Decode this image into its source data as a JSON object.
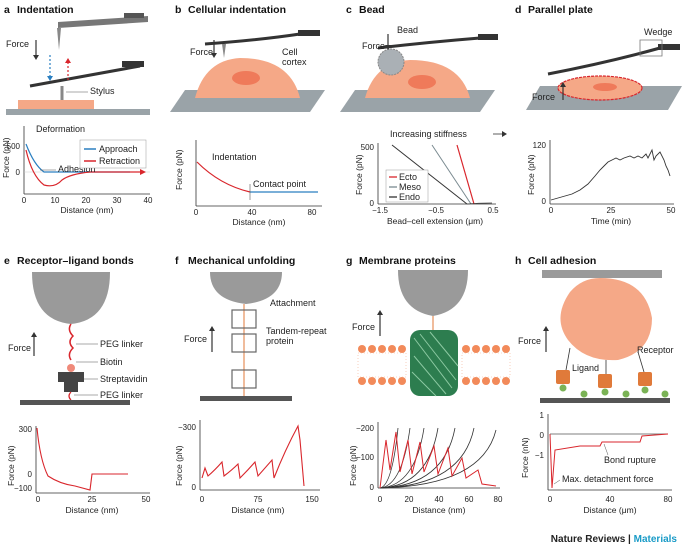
{
  "panels": {
    "a": {
      "letter": "a",
      "title": "Indentation",
      "labels": {
        "force": "Force",
        "stylus": "Stylus",
        "deformation": "Deformation",
        "adhesion": "Adhesion"
      },
      "legend": [
        "Approach",
        "Retraction"
      ],
      "ylabel": "Force (pN)",
      "xlabel": "Distance (nm)",
      "yticks": [
        "500",
        "0"
      ],
      "xticks": [
        "0",
        "10",
        "20",
        "30",
        "40"
      ]
    },
    "b": {
      "letter": "b",
      "title": "Cellular indentation",
      "labels": {
        "force": "Force",
        "cell_cortex_1": "Cell",
        "cell_cortex_2": "cortex",
        "indentation": "Indentation",
        "contact_point": "Contact point"
      },
      "ylabel": "Force (pN)",
      "xlabel": "Distance (nm)",
      "xticks": [
        "0",
        "40",
        "80"
      ]
    },
    "c": {
      "letter": "c",
      "title": "Bead",
      "labels": {
        "force": "Force",
        "bead": "Bead",
        "stiffness": "Increasing stiffness"
      },
      "legend": [
        "Ecto",
        "Meso",
        "Endo"
      ],
      "ylabel": "Force (pN)",
      "xlabel": "Bead–cell extension (μm)",
      "yticks": [
        "500",
        "0"
      ],
      "xticks": [
        "−1.5",
        "−0.5",
        "0.5"
      ]
    },
    "d": {
      "letter": "d",
      "title": "Parallel plate",
      "labels": {
        "force": "Force",
        "wedge": "Wedge"
      },
      "ylabel": "Force (pN)",
      "xlabel": "Time (min)",
      "yticks": [
        "120",
        "0"
      ],
      "xticks": [
        "0",
        "25",
        "50"
      ]
    },
    "e": {
      "letter": "e",
      "title": "Receptor–ligand bonds",
      "labels": {
        "force": "Force",
        "peg_top": "PEG linker",
        "biotin": "Biotin",
        "streptavidin": "Streptavidin",
        "peg_bottom": "PEG linker"
      },
      "ylabel": "Force (pN)",
      "xlabel": "Distance (nm)",
      "yticks": [
        "300",
        "0",
        "−100"
      ],
      "xticks": [
        "0",
        "25",
        "50"
      ]
    },
    "f": {
      "letter": "f",
      "title": "Mechanical unfolding",
      "labels": {
        "force": "Force",
        "attachment": "Attachment",
        "tandem_1": "Tandem-repeat",
        "tandem_2": "protein"
      },
      "ylabel": "Force (pN)",
      "xlabel": "Distance (nm)",
      "yticks": [
        "−300",
        "0"
      ],
      "xticks": [
        "0",
        "75",
        "150"
      ]
    },
    "g": {
      "letter": "g",
      "title": "Membrane proteins",
      "labels": {
        "force": "Force"
      },
      "ylabel": "Force (pN)",
      "xlabel": "Distance (nm)",
      "yticks": [
        "−200",
        "−100",
        "0"
      ],
      "xticks": [
        "0",
        "20",
        "40",
        "60",
        "80"
      ]
    },
    "h": {
      "letter": "h",
      "title": "Cell adhesion",
      "labels": {
        "force": "Force",
        "ligand": "Ligand",
        "receptor": "Receptor",
        "bond_rupture": "Bond rupture",
        "max_detach": "Max. detachment force"
      },
      "ylabel": "Force (nN)",
      "xlabel": "Distance (μm)",
      "yticks": [
        "1",
        "0",
        "−1"
      ],
      "xticks": [
        "0",
        "40",
        "80"
      ]
    }
  },
  "footer": {
    "journal": "Nature Reviews",
    "separator": " | ",
    "section": "Materials"
  },
  "colors": {
    "approach": "#2a7fc1",
    "retraction": "#d9262c",
    "cell": "#f5a887",
    "nucleus": "#ef7a5a",
    "cantilever": "#333333",
    "platform": "#9aa3a8",
    "protein": "#2d7d4f",
    "membrane": "#f28a5a"
  }
}
